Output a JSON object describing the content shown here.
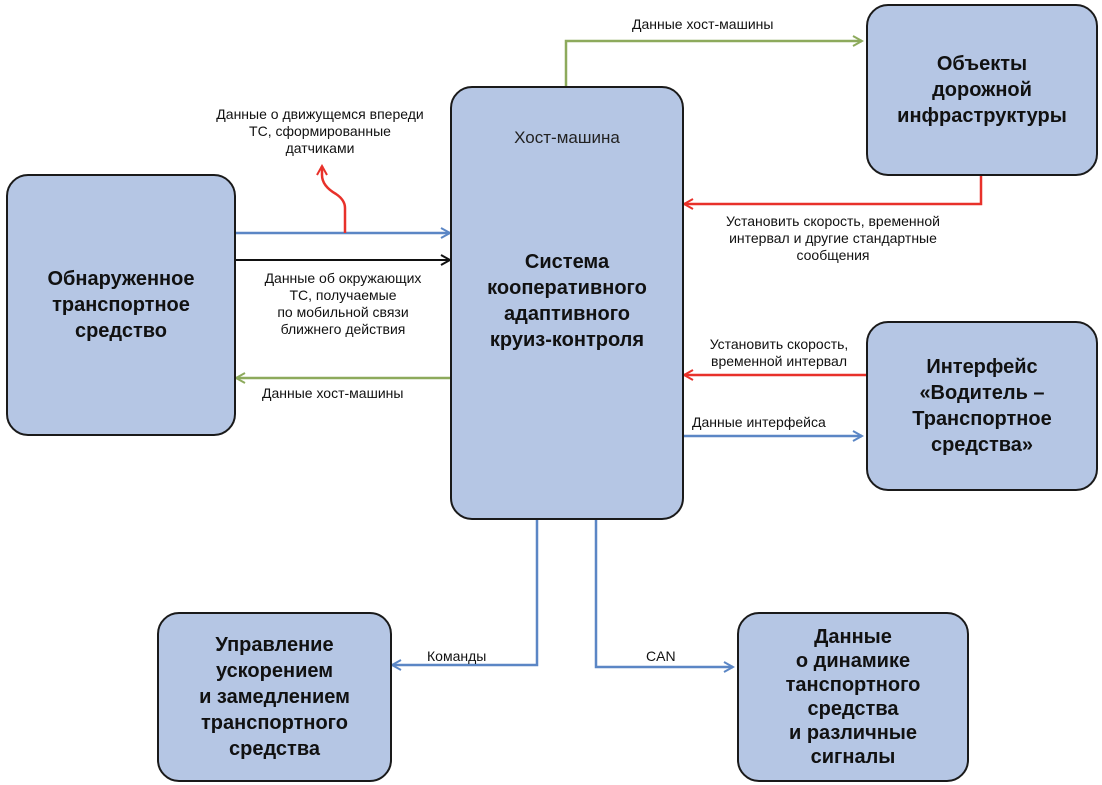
{
  "colors": {
    "box_fill": "#b5c6e4",
    "border": "#1a1a1a",
    "blue_arrow": "#5b86c5",
    "green_arrow": "#8daa5c",
    "red_arrow": "#e8312a",
    "black_arrow": "#111111"
  },
  "boxes": {
    "detected_vehicle": "Обнаруженное\nтранспортное\nсредство",
    "acc_system_subtitle": "Хост-машина",
    "acc_system": "Система\nкооперативного\nадаптивного\nкруиз-контроля",
    "road_infrastructure": "Объекты\nдорожной\nинфраструктуры",
    "driver_interface": "Интерфейс\n«Водитель –\nТранспортное\nсредства»",
    "accel_control": "Управление\nускорением\nи замедлением\nтранспортного\nсредства",
    "dynamics_data": "Данные\nо динамике\nтанспортного\nсредства\nи различные\nсигналы"
  },
  "labels": {
    "sensor_data": "Данные о движущемся впереди\nТС, сформированные\nдатчиками",
    "v2v_data": "Данные об окружающих\nТС, получаемые\nпо мобильной связи\nближнего действия",
    "host_data_left": "Данные хост-машины",
    "host_data_top": "Данные хост-машины",
    "infra_messages": "Установить скорость, временной\nинтервал и другие стандартные\nсообщения",
    "driver_set": "Установить скорость,\nвременной интервал",
    "interface_data": "Данные интерфейса",
    "commands": "Команды",
    "can": "CAN"
  }
}
